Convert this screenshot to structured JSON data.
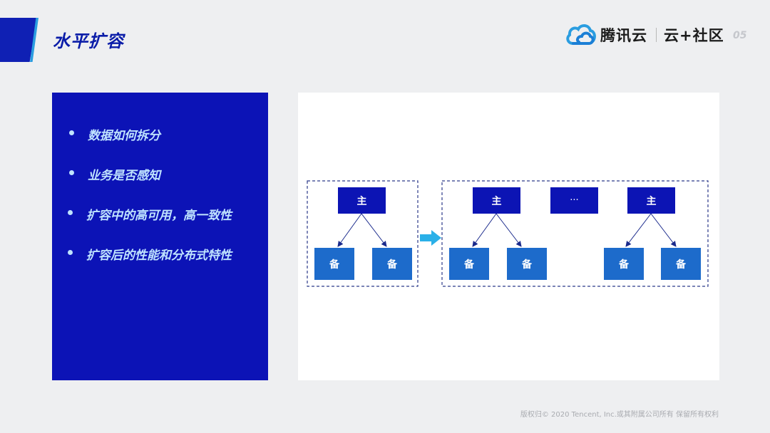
{
  "slide": {
    "title": "水平扩容",
    "page_number": "05"
  },
  "logo": {
    "brand": "腾讯云",
    "community": "云+社区"
  },
  "bullets": [
    "数据如何拆分",
    "业务是否感知",
    "扩容中的高可用，高一致性",
    "扩容后的性能和分布式特性"
  ],
  "diagram": {
    "primary_label": "主",
    "backup_label": "备",
    "ellipsis_label": "···"
  },
  "footer": {
    "copyright": "版权归© 2020 Tencent, Inc.或其附属公司所有 保留所有权利"
  },
  "colors": {
    "title_blue": "#0a1ca8",
    "panel_blue": "#0c13b6",
    "primary_box": "#0c14b4",
    "backup_box": "#1d6bcb",
    "arrow_cyan": "#2ab0e8",
    "bullet_text": "#bfe3ff"
  }
}
